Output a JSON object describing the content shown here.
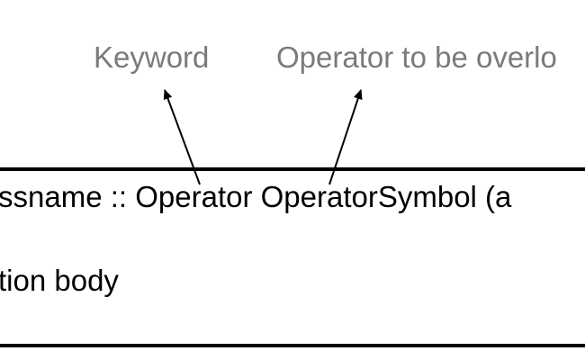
{
  "labels": {
    "keyword": "Keyword",
    "operator_overloaded": "Operator to be overlo"
  },
  "code": {
    "line1": "ssname :: Operator OperatorSymbol (a",
    "line2": "tion body"
  },
  "colors": {
    "label_text": "#7a7a7a",
    "code_text": "#000000",
    "rule": "#000000",
    "arrow": "#000000"
  }
}
